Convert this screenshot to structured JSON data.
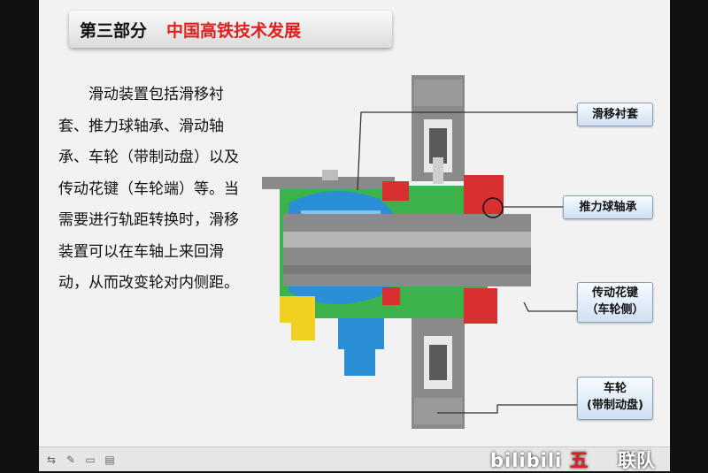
{
  "slide": {
    "title_black": "第三部分",
    "title_red": "中国高铁技术发展",
    "body": "滑动装置包括滑移衬套、推力球轴承、滑动轴承、车轮（带制动盘）以及传动花键（车轮端）等。当需要进行轨距转换时，滑移装置可以在车轴上来回滑动，从而改变轮对内侧距。"
  },
  "callouts": {
    "sliding_bushing": "滑移衬套",
    "thrust_bearing": "推力球轴承",
    "spline_line1": "传动花键",
    "spline_line2": "（车轮侧）",
    "wheel_line1": "车轮",
    "wheel_line2": "(带制动盘)"
  },
  "watermark": {
    "part1": "bilibili",
    "part2": "五",
    "part3": "联队"
  },
  "colors": {
    "title_red": "#e02020",
    "callout_bg": "#cfe0f2",
    "axle_gray": "#8a8a8a",
    "green": "#3cb34a",
    "blue": "#2a8fd6",
    "red": "#d83030",
    "yellow": "#f0d020"
  },
  "toolbar_icons": [
    "arrow-left-right-icon",
    "pen-icon",
    "screen-icon",
    "menu-icon"
  ]
}
